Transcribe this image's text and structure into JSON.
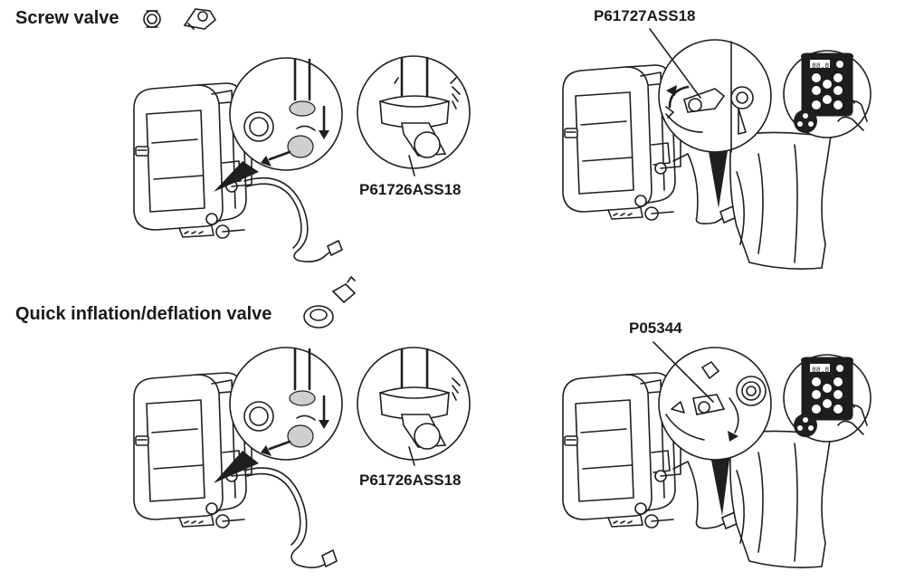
{
  "sections": {
    "screw_valve": {
      "heading": "Screw valve",
      "part_left": "P61726ASS18",
      "part_right": "P61727ASS18"
    },
    "quick_valve": {
      "heading": "Quick inflation/deflation valve",
      "part_left": "P61726ASS18",
      "part_right": "P05344"
    }
  },
  "display_readout": "88.8"
}
